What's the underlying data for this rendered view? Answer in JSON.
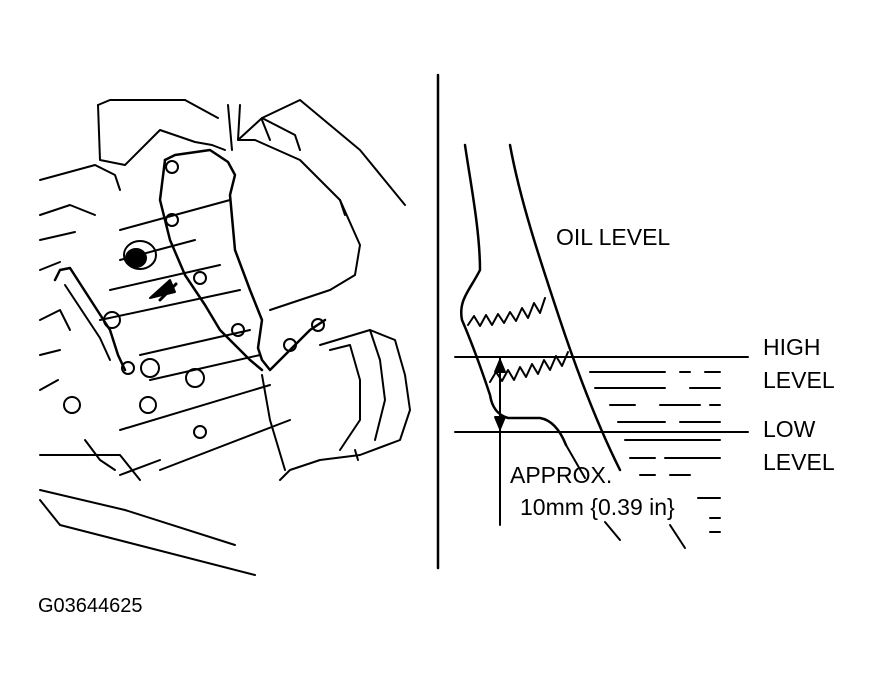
{
  "labels": {
    "oil_level": "OIL LEVEL",
    "high_level_line1": "HIGH",
    "high_level_line2": "LEVEL",
    "low_level_line1": "LOW",
    "low_level_line2": "LEVEL",
    "approx_line1": "APPROX.",
    "approx_line2": "10mm {0.39 in}",
    "figure_code": "G03644625"
  }
}
